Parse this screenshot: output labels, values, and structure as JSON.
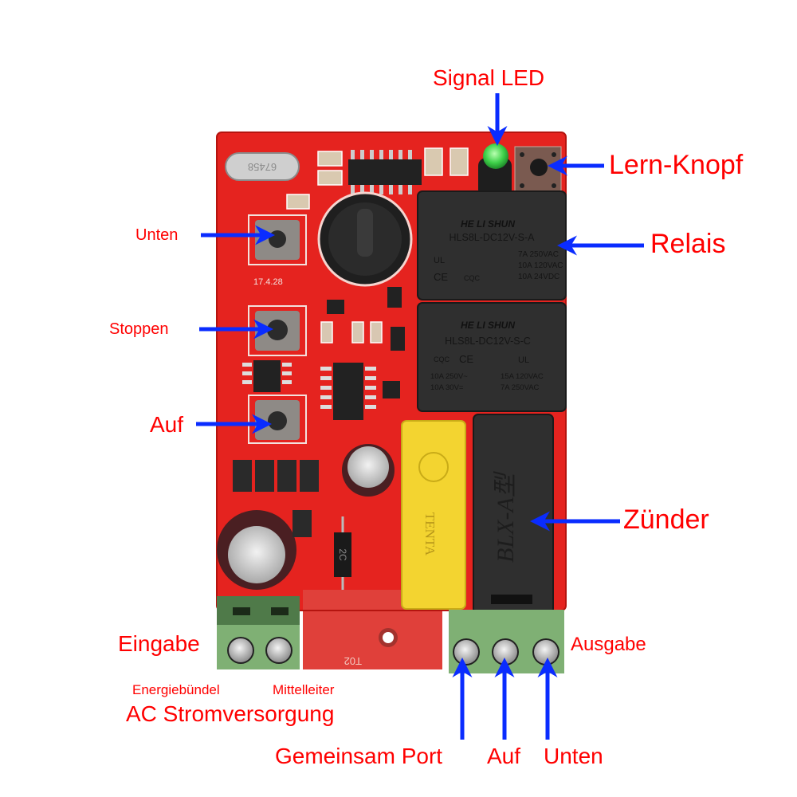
{
  "labels": {
    "signal_led": "Signal LED",
    "learn_button": "Lern-Knopf",
    "relay": "Relais",
    "button_down": "Unten",
    "button_stop": "Stoppen",
    "button_up": "Auf",
    "igniter": "Zünder",
    "input": "Eingabe",
    "output": "Ausgabe",
    "live_wire": "Energiebündel",
    "neutral_wire": "Mittelleiter",
    "ac_power": "AC Stromversorgung",
    "common_port": "Gemeinsam Port",
    "out_up": "Auf",
    "out_down": "Unten"
  },
  "board_markings": {
    "crystal": "67458",
    "date_code": "17.4.28",
    "board_id": "T02",
    "diode": "2C"
  },
  "relay_top": {
    "brand": "HE LI SHUN",
    "model": "HLS8L-DC12V-S-A",
    "ratings": [
      "7A 250VAC",
      "10A 120VAC",
      "10A 24VDC"
    ],
    "certs": [
      "UL",
      "CE",
      "CQC"
    ]
  },
  "relay_bottom": {
    "brand": "HE LI SHUN",
    "model": "HLS8L-DC12V-S-C",
    "ratings_left": [
      "10A 250V~",
      "10A 30V="
    ],
    "ratings_right": [
      "15A 120VAC",
      "7A 250VAC"
    ],
    "certs": [
      "CQC",
      "CE",
      "UL"
    ]
  },
  "capacitor_x": {
    "brand": "TENTA"
  },
  "igniter_part": {
    "marking": "BLX-A型"
  },
  "colors": {
    "label_text": "#ff0000",
    "arrow": "#0a2cff",
    "pcb": "#e5231f",
    "terminal": "#7fb074",
    "relay": "#2f2f2f",
    "capacitor_yellow": "#f3d430",
    "led": "#3fd14a"
  }
}
